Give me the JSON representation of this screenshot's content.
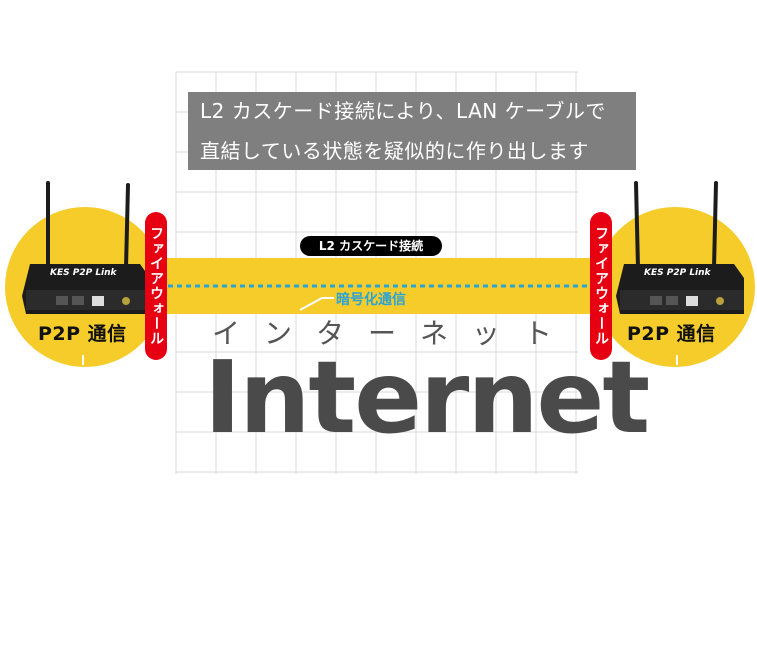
{
  "caption": {
    "line1": "L2 カスケード接続により、LAN ケーブルで",
    "line2": "直結している状態を疑似的に作り出します"
  },
  "firewall_left": "ファイアウォール",
  "firewall_right": "ファイアウォール",
  "tunnel": {
    "cascade_label": "L2 カスケード接続",
    "encryption_label": "暗号化通信"
  },
  "internet": {
    "kana": [
      "イ",
      "ン",
      "タ",
      "ー",
      "ネ",
      "ッ",
      "ト"
    ],
    "word": "Internet"
  },
  "left_node": {
    "label": "P2P 通信",
    "device_brand": "KES P2P Link"
  },
  "right_node": {
    "label": "P2P 通信",
    "device_brand": "KES P2P Link"
  },
  "colors": {
    "tunnel_yellow": "#f5cc2a",
    "firewall_red": "#e60012",
    "encryption_blue": "#2aa3d6",
    "caption_gray": "#7f7f7f",
    "device_black": "#1c1c1c",
    "grid_line": "#d8d8d8"
  }
}
